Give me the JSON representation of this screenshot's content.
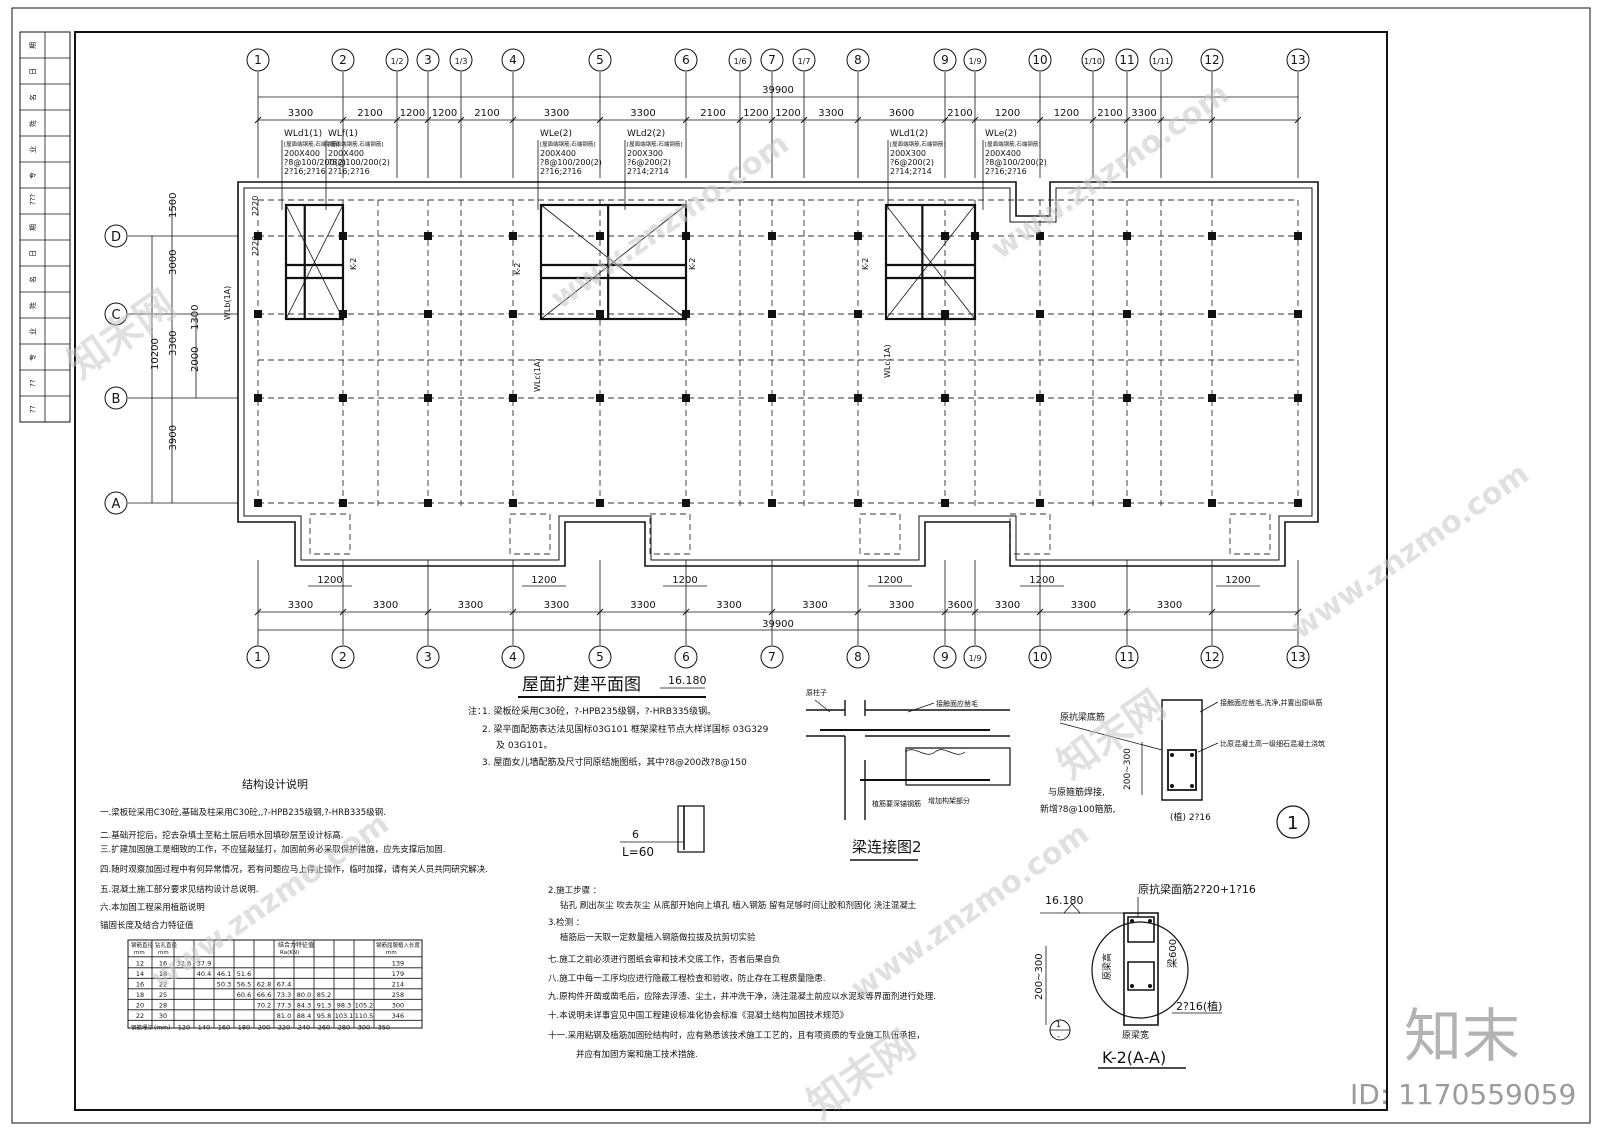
{
  "sheet": {
    "plan_title": "屋面扩建平面图",
    "plan_elevation": "16.180",
    "watermark_site": "www.znzmo.com",
    "watermark_brand": "知末",
    "watermark_brand_cn": "知末网",
    "watermark_id": "ID: 1170559059"
  },
  "title_block": {
    "cells": [
      "期",
      "日",
      "名",
      "姓",
      "业",
      "专",
      "???",
      "期",
      "日",
      "名",
      "姓",
      "业",
      "专",
      "??",
      "??"
    ]
  },
  "grid": {
    "top_axes": [
      "1",
      "2",
      "1/2",
      "3",
      "1/3",
      "4",
      "5",
      "6",
      "1/6",
      "7",
      "1/7",
      "8",
      "9",
      "1/9",
      "10",
      "1/10",
      "11",
      "1/11",
      "12",
      "13"
    ],
    "bottom_axes": [
      "1",
      "2",
      "3",
      "4",
      "5",
      "6",
      "7",
      "8",
      "9",
      "1/9",
      "10",
      "11",
      "12",
      "13"
    ],
    "rows": [
      "D",
      "C",
      "B",
      "A"
    ],
    "top_dims": [
      "3300",
      "2100",
      "1200",
      "1200",
      "2100",
      "3300",
      "3300",
      "2100",
      "1200",
      "1200",
      "3300",
      "3600",
      "2100",
      "1200",
      "1200",
      "2100",
      "3300"
    ],
    "total": "39900",
    "bottom_dims": [
      "3300",
      "3300",
      "3300",
      "3300",
      "3300",
      "3300",
      "3300",
      "3300",
      "3600",
      "3300",
      "3300",
      "3300"
    ],
    "bottom_small": [
      "1200",
      "1200",
      "1200",
      "1200",
      "1200",
      "1200"
    ],
    "left_dims": [
      "1500",
      "3000",
      "3300",
      "3900"
    ],
    "left_total": "10200",
    "left_small": [
      "1300",
      "2000"
    ],
    "left_tags": [
      "2220",
      "2220"
    ]
  },
  "beam_tags": [
    {
      "name": "WLd1(1)",
      "l1": "[屋面端钢筋,石端钢筋]",
      "l2": "200X400",
      "l3": "?8@100/200(2)",
      "l4": "2?16;2?16"
    },
    {
      "name": "WLf(1)",
      "l1": "[屋面端钢筋,石端钢筋]",
      "l2": "200X400",
      "l3": "?8@100/200(2)",
      "l4": "2?16;2?16"
    },
    {
      "name": "WLe(2)",
      "l1": "[屋面端钢筋,石端钢筋]",
      "l2": "200X400",
      "l3": "?8@100/200(2)",
      "l4": "2?16;2?16"
    },
    {
      "name": "WLd2(2)",
      "l1": "[屋面端钢筋,石端钢筋]",
      "l2": "200X300",
      "l3": "?6@200(2)",
      "l4": "2?14;2?14"
    },
    {
      "name": "WLd1(2)",
      "l1": "[屋面端钢筋,石端钢筋]",
      "l2": "200X300",
      "l3": "?6@200(2)",
      "l4": "2?14;2?14"
    },
    {
      "name": "WLe(2)",
      "l1": "[屋面端钢筋,石端钢筋]",
      "l2": "200X400",
      "l3": "?8@100/200(2)",
      "l4": "2?16;2?16"
    }
  ],
  "vert_tags": [
    "WLb(1A)",
    "WLc(1A)",
    "WLc(1A)",
    "K-2",
    "K-2",
    "K-2",
    "K-2"
  ],
  "notes": {
    "head": "注：",
    "n1": "1.  梁板砼采用C30砼，?-HPB235级钢，?-HRB335级钢。",
    "n2": "2.  梁平面配筋表达法见国标03G101     框架梁柱节点大样详国标     03G329",
    "n2b": "及 03G101。",
    "n3": "3.  屋面女儿墙配筋及尺寸同原结施图纸，其中?8@200改?8@150"
  },
  "design": {
    "title": "结构设计说明",
    "lines": [
      "一.梁板砼采用C30砼,基础及柱采用C30砼,,?-HPB235级钢,?-HRB335级钢.",
      "二.基础开挖后，挖去杂填土至粘土层后喷水回填砂层至设计标高.",
      "三.扩建加固施工是细致的工作，不应猛敲猛打，加固前务必采取保护措施，应先支撑后加固.",
      "四.随时观察加固过程中有何异常情况，若有问题应马上停止操作，临时加撑，请有关人员共同研究解决.",
      "五.混凝土施工部分要求见结构设计总说明.",
      "六.本加固工程采用植筋说明",
      "    锚固长度及结合力特征值"
    ]
  },
  "hook_detail": {
    "six": "6",
    "len": "L=60"
  },
  "steps": {
    "s2": "2.施工步骤 ：",
    "s2a": "钻孔    刷出灰尘    吹去灰尘      从底部开始向上填孔  植入钢筋  留有足够时间让胶和剂固化    浇注混凝土",
    "s3": "3.检测 ：",
    "s3a": "植筋后一天取一定数量植入钢筋做拉拔及抗剪切实验",
    "s7": "七.施工之前必须进行图纸会审和技术交底工作，否者后果自负",
    "s8": "八.施工中每一工序均应进行隐蔽工程检查和验收，防止存在工程质量隐患.",
    "s9": "九.原构件开凿或凿毛后，应除去浮渣、尘土，并冲洗干净，浇注混凝土前应以水泥浆等界面剂进行处理.",
    "s10": "十.本说明未详事宜见中国工程建设标准化协会标准《混凝土结构加固技术规范》",
    "s11": "十一.采用粘钢及植筋加固砼结构时，应有熟悉该技术施工工艺的，且有项资质的专业施工队伍承担，",
    "s11b": "并应有加固方案和施工技术措施."
  },
  "table": {
    "h1": "钢筋直径",
    "h1u": "mm",
    "h2": "钻孔直径",
    "h2u": "mm",
    "h3": "结合力特征值",
    "h3u": "Ra(KN)",
    "h4": "钢筋屈服植入长度",
    "h4u": "mm",
    "rows": [
      [
        "12",
        "16",
        "32.6",
        "37.9",
        "",
        "",
        "",
        "",
        "",
        "",
        "",
        "",
        "139"
      ],
      [
        "14",
        "18",
        "",
        "40.4",
        "46.1",
        "51.6",
        "",
        "",
        "",
        "",
        "",
        "",
        "179"
      ],
      [
        "16",
        "22",
        "",
        "",
        "50.3",
        "56.5",
        "62.8",
        "67.4",
        "",
        "",
        "",
        "",
        "214"
      ],
      [
        "18",
        "25",
        "",
        "",
        "",
        "60.6",
        "66.6",
        "73.3",
        "80.0",
        "85.2",
        "",
        "",
        "258"
      ],
      [
        "20",
        "28",
        "",
        "",
        "",
        "",
        "70.2",
        "77.3",
        "84.3",
        "91.3",
        "98.3",
        "105.2",
        "300"
      ],
      [
        "22",
        "30",
        "",
        "",
        "",
        "",
        "",
        "81.0",
        "88.4",
        "95.8",
        "103.1",
        "110.5",
        "346"
      ]
    ],
    "foot_label": "钢筋埋深",
    "foot_unit": "(mm)",
    "foot": [
      "120",
      "140",
      "160",
      "180",
      "200",
      "220",
      "240",
      "260",
      "280",
      "300",
      "350"
    ]
  },
  "detail2": {
    "title": "梁连接图2",
    "l1": "原柱子",
    "l2": "接触面应凿毛",
    "l3": "植筋要深锚钢筋",
    "l4": "增加构架部分"
  },
  "detail1": {
    "l1": "原抗梁底筋",
    "l2": "接触面应凿毛,洗净,并置出原纵筋",
    "l3": "比原混凝土高一级细石混凝土浇筑",
    "dim": "200~300",
    "l4": "与原箍筋焊接,",
    "l5": "新增?8@100箍筋,",
    "l6": "(植) 2?16",
    "mark": "1"
  },
  "k2": {
    "elev": "16.180",
    "top": "原抗梁面筋2?20+1?16",
    "left": "原梁高",
    "right": "梁600",
    "dim": "200~300",
    "bot": "2?16(植)",
    "width": "原梁宽",
    "sec_num": "1",
    "sec_sub": "-",
    "title": "K-2(A-A)"
  }
}
